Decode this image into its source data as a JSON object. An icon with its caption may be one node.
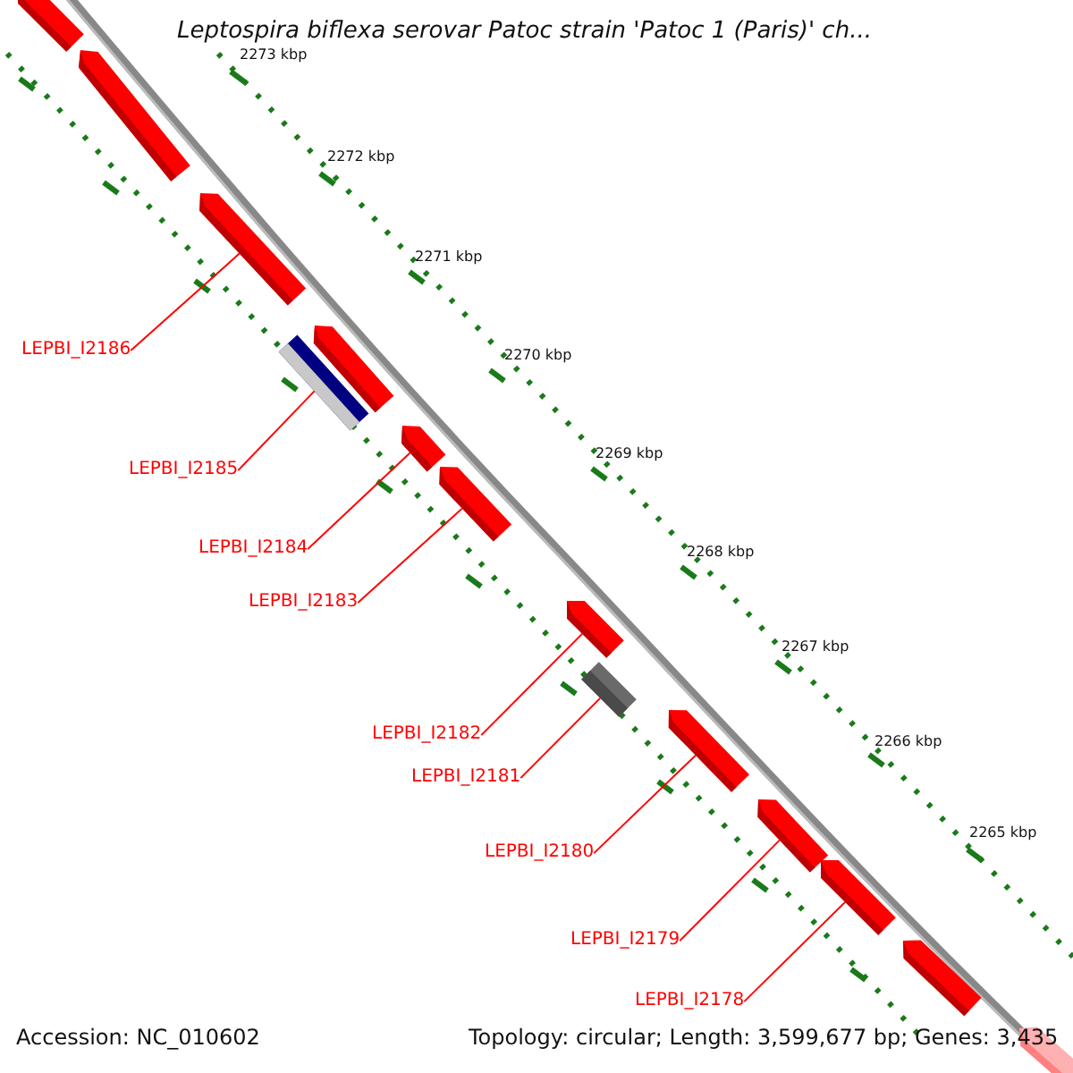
{
  "diagram": {
    "title": "Leptospira biflexa serovar Patoc strain 'Patoc 1 (Paris)' ch...",
    "nodes": [
      {
        "text": [
          "LEPBI_I2186"
        ]
      },
      {
        "text": [
          "LEPBI_I2185"
        ]
      },
      {
        "text": [
          "LEPBI_I2184"
        ]
      },
      {
        "text": [
          "LEPBI_I2183"
        ]
      },
      {
        "text": [
          "LEPBI_I2182"
        ]
      },
      {
        "text": [
          "LEPBI_I2181"
        ]
      },
      {
        "text": [
          "LEPBI_I2180"
        ]
      },
      {
        "text": [
          "LEPBI_I2179"
        ]
      },
      {
        "text": [
          "LEPBI_I2178"
        ]
      },
      {
        "text": [],
        "shape": "bar"
      },
      {
        "text": [],
        "shape": "bar"
      },
      {
        "text": [],
        "shape": "bar"
      },
      {
        "text": [],
        "shape": "bar"
      },
      {
        "text": [],
        "shape": "bar"
      },
      {
        "text": [],
        "shape": "bar"
      },
      {
        "text": [],
        "shape": "bar"
      },
      {
        "text": [],
        "shape": "bar"
      },
      {
        "text": [],
        "shape": "bar"
      },
      {
        "text": [],
        "shape": "bar"
      },
      {
        "text": [],
        "shape": "bar"
      },
      {
        "text": [],
        "shape": "bar"
      },
      {
        "text": [],
        "shape": "bar"
      },
      {
        "text": [],
        "shape": "bar"
      }
    ],
    "edges": [
      {
        "from": 0,
        "to": 11,
        "arrow": "none"
      },
      {
        "from": 1,
        "to": 12,
        "arrow": "none"
      },
      {
        "from": 2,
        "to": 14,
        "arrow": "none"
      },
      {
        "from": 3,
        "to": 15,
        "arrow": "none"
      },
      {
        "from": 4,
        "to": 16,
        "arrow": "none"
      },
      {
        "from": 5,
        "to": 17,
        "arrow": "none"
      },
      {
        "from": 6,
        "to": 18,
        "arrow": "none"
      },
      {
        "from": 7,
        "to": 19,
        "arrow": "none"
      },
      {
        "from": 8,
        "to": 20,
        "arrow": "none"
      }
    ],
    "labels": [
      "2273 kbp",
      "2272 kbp",
      "2271 kbp",
      "2270 kbp",
      "2269 kbp",
      "2268 kbp",
      "2267 kbp",
      "2266 kbp",
      "2265 kbp",
      "Accession: NC_010602",
      "Topology: circular; Length: 3,599,677 bp; Genes: 3,435"
    ]
  }
}
